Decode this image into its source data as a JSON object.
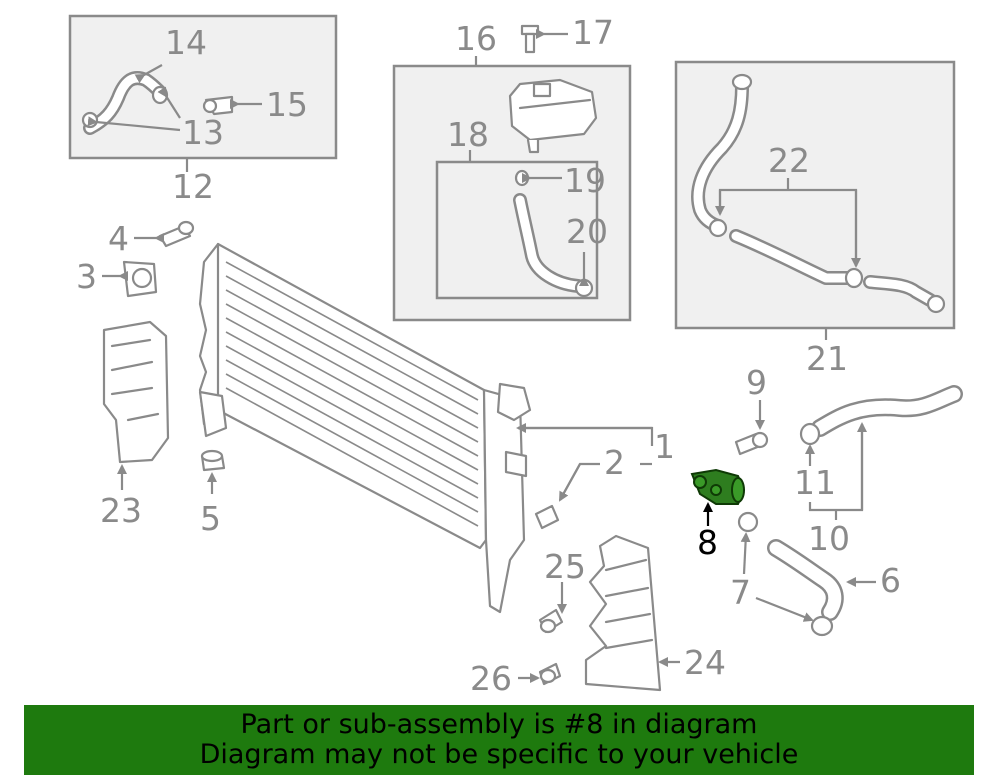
{
  "diagram": {
    "callouts": {
      "c1": "1",
      "c2": "2",
      "c3": "3",
      "c4": "4",
      "c5": "5",
      "c6": "6",
      "c7": "7",
      "c8": "8",
      "c9": "9",
      "c10": "10",
      "c11": "11",
      "c12": "12",
      "c13": "13",
      "c14": "14",
      "c15": "15",
      "c16": "16",
      "c17": "17",
      "c18": "18",
      "c19": "19",
      "c20": "20",
      "c21": "21",
      "c22": "22",
      "c23": "23",
      "c24": "24",
      "c25": "25",
      "c26": "26"
    },
    "highlighted_part": "8",
    "colors": {
      "line_gray": "#8a8a8a",
      "highlight_green": "#2e7d1f",
      "banner_green": "#1e7a0e",
      "box_fill": "#f0f0f0"
    }
  },
  "banner": {
    "line1": "Part or sub-assembly is #8 in diagram",
    "line2": "Diagram may not be specific to your vehicle"
  }
}
